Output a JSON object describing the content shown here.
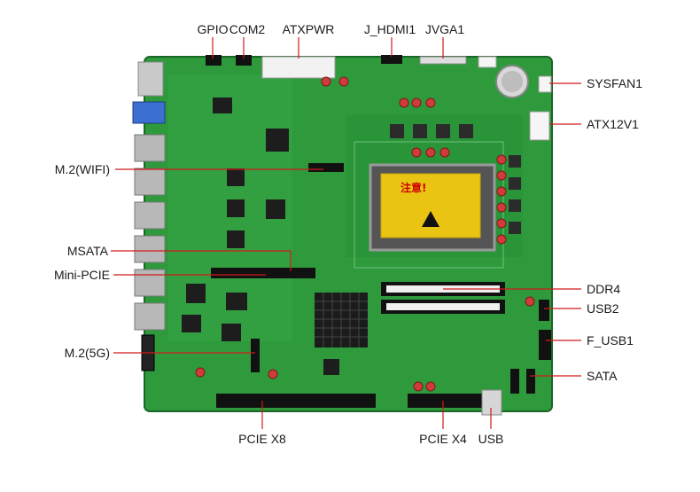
{
  "labels": {
    "gpio": "GPIO",
    "com2": "COM2",
    "atxpwr": "ATXPWR",
    "j_hdmi1": "J_HDMI1",
    "jvga1": "JVGA1",
    "sysfan1": "SYSFAN1",
    "atx12v1": "ATX12V1",
    "m2_wifi": "M.2(WIFI)",
    "msata": "MSATA",
    "mini_pcie": "Mini-PCIE",
    "m2_5g": "M.2(5G)",
    "ddr4": "DDR4",
    "usb2": "USB2",
    "f_usb1": "F_USB1",
    "sata": "SATA",
    "pcie_x8": "PCIE X8",
    "pcie_x4": "PCIE X4",
    "usb": "USB"
  },
  "board": {
    "silkscreen_warning": "注意!",
    "colors": {
      "pcb": "#2e9a3c",
      "pcb_dark": "#1f7a2c",
      "pcb_edge": "#1a6626",
      "leader": "#d11a1a",
      "slot": "#1a1a1a",
      "socket_yellow": "#e9c413",
      "heatsink": "#1b1b1b"
    }
  }
}
